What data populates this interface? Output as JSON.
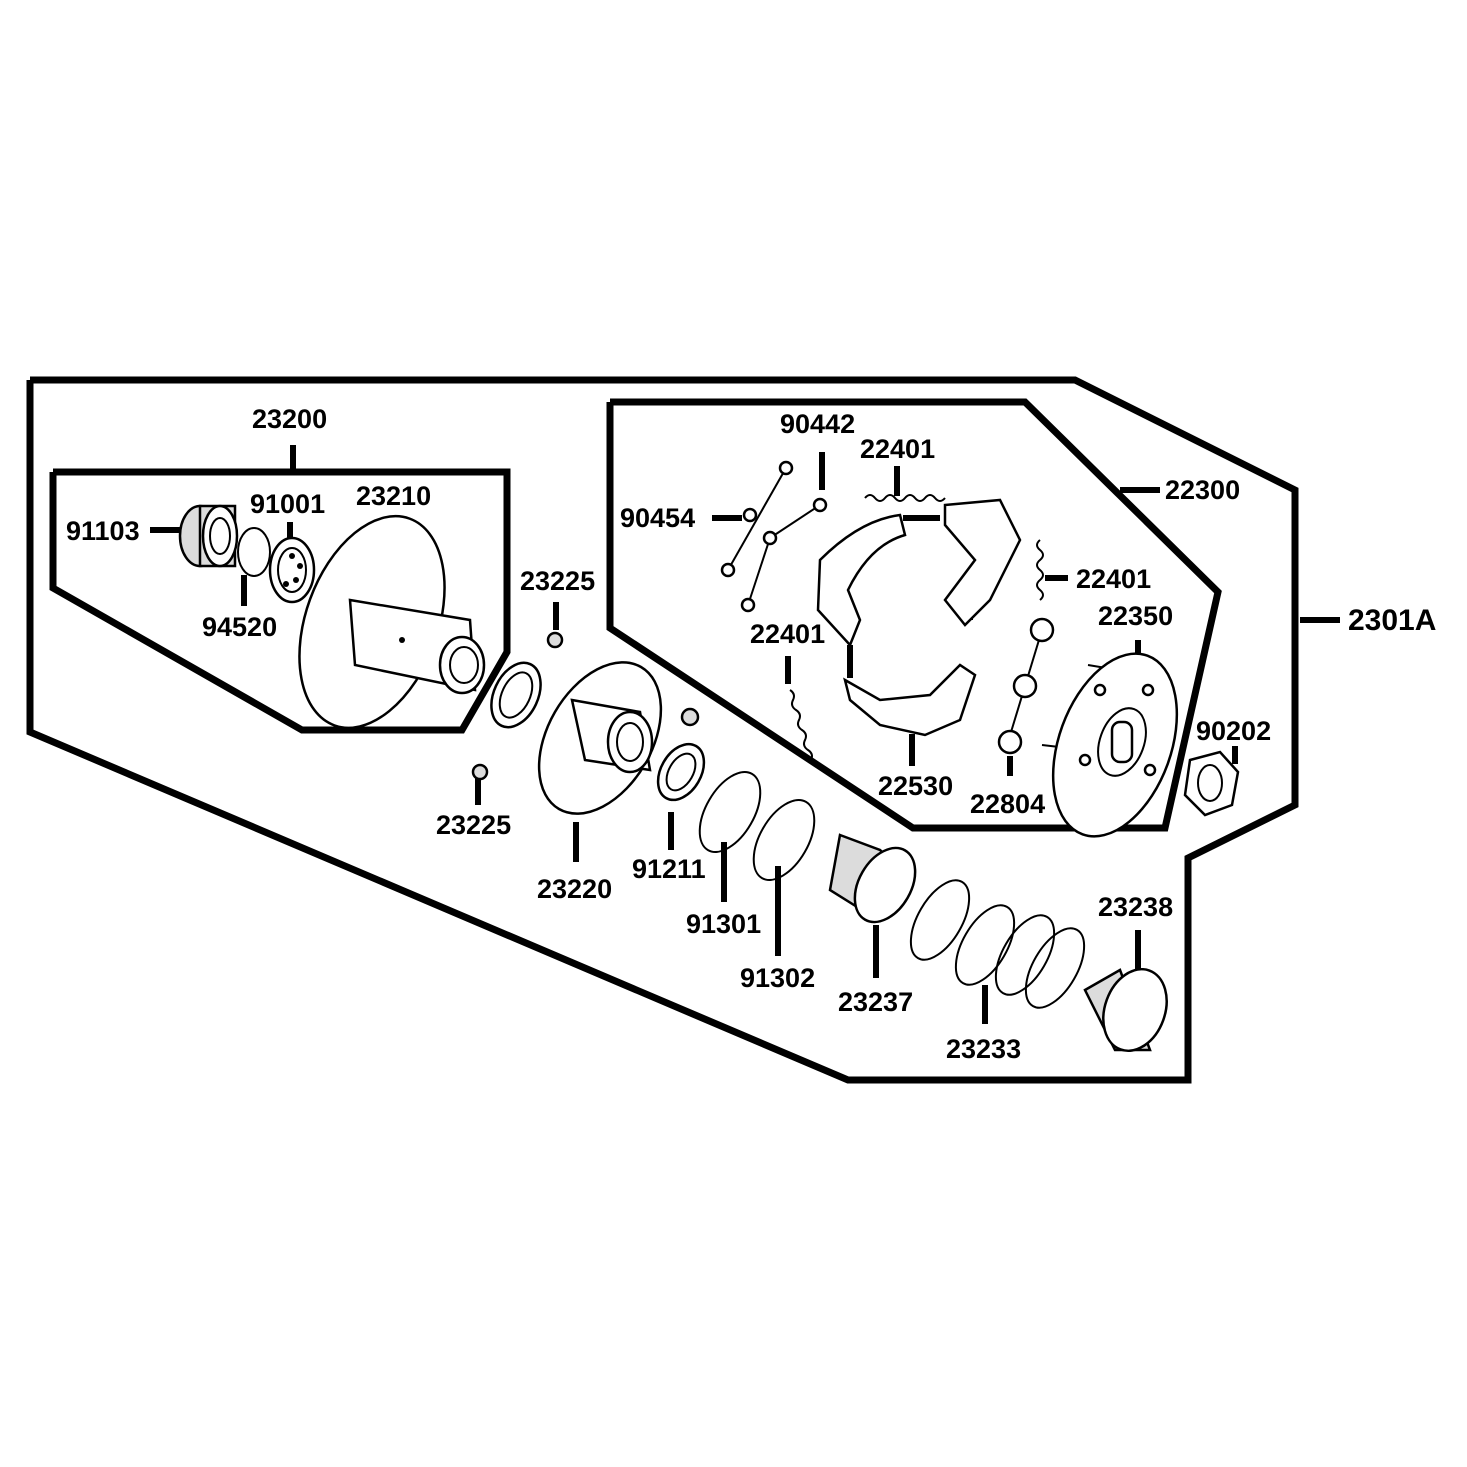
{
  "labels": {
    "assembly": "2301A",
    "clutch_assembly": "22300",
    "drive_pulley_assembly": "23200",
    "bearing_needle": "91103",
    "bearing_ball": "91001",
    "fixed_face": "23210",
    "circlip": "94520",
    "pin_top": "23225",
    "pin_bottom": "23225",
    "movable_face": "23220",
    "oil_seal": "91211",
    "o_ring_1": "91301",
    "o_ring_2": "91302",
    "seat_collar": "23237",
    "spring": "23233",
    "spring_seat": "23238",
    "nut": "90202",
    "clutch_plate": "22350",
    "clutch_spring_top": "22401",
    "clutch_spring_right": "22401",
    "clutch_spring_left": "22401",
    "link_pin": "90442",
    "link": "90454",
    "clutch_shoe": "22530",
    "damper": "22804"
  }
}
